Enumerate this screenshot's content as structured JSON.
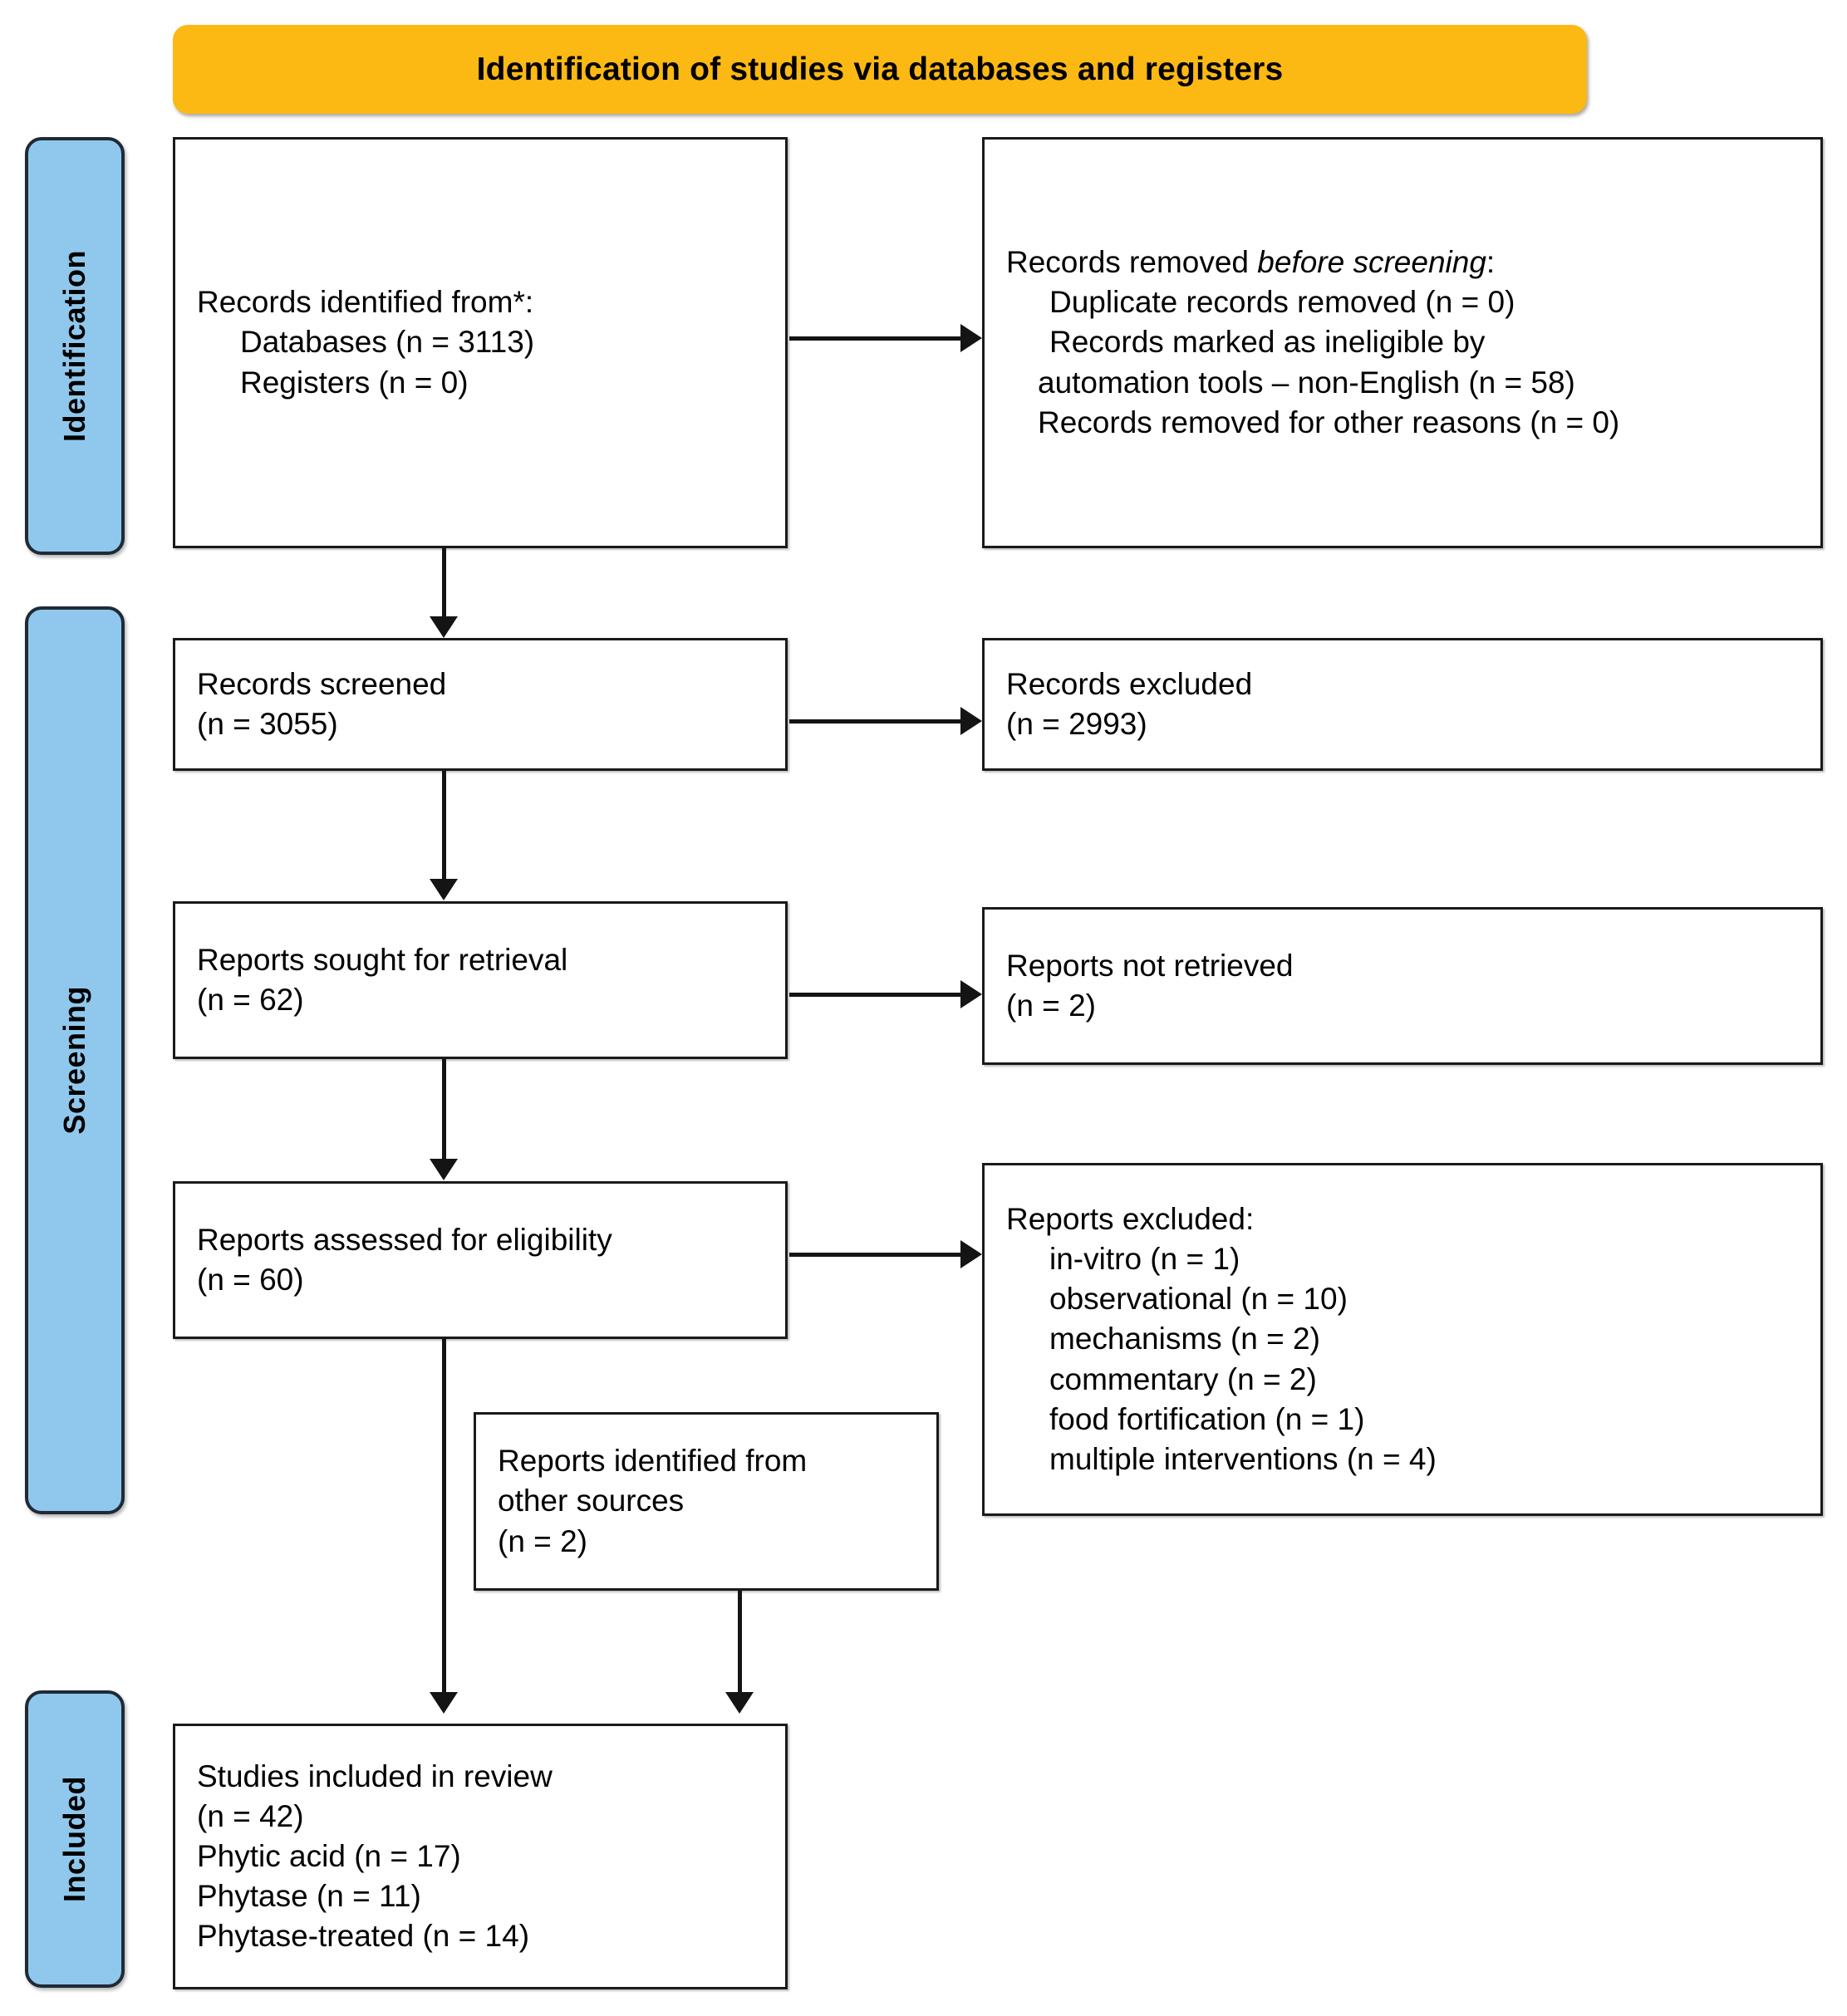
{
  "banner": {
    "title": "Identification of studies via databases and registers"
  },
  "stages": [
    {
      "label": "Identification"
    },
    {
      "label": "Screening"
    },
    {
      "label": "Included"
    }
  ],
  "boxes": {
    "identified": {
      "name": "records-identified",
      "lines": [
        "Records identified from*:",
        "Databases (n = 3113)",
        "Registers (n = 0)"
      ]
    },
    "removed_before_screening": {
      "name": "records-removed-before-screening",
      "heading_prefix": "Records removed ",
      "heading_italic": "before screening",
      "heading_suffix": ":",
      "lines": [
        "Duplicate records removed (n = 0)",
        "Records marked as ineligible by",
        "automation tools – non-English (n = 58)",
        "Records removed for other reasons (n = 0)"
      ]
    },
    "screened": {
      "name": "records-screened",
      "lines": [
        "Records screened",
        "(n = 3055)"
      ]
    },
    "records_excluded": {
      "name": "records-excluded",
      "lines": [
        "Records excluded",
        "(n = 2993)"
      ]
    },
    "sought": {
      "name": "reports-sought-for-retrieval",
      "lines": [
        "Reports sought for retrieval",
        "(n = 62)"
      ]
    },
    "not_retrieved": {
      "name": "reports-not-retrieved",
      "lines": [
        "Reports not retrieved",
        "(n = 2)"
      ]
    },
    "assessed": {
      "name": "reports-assessed-for-eligibility",
      "lines": [
        "Reports assessed for eligibility",
        "(n = 60)"
      ]
    },
    "reports_excluded": {
      "name": "reports-excluded",
      "heading": "Reports excluded:",
      "lines": [
        "in-vitro (n = 1)",
        "observational (n = 10)",
        "mechanisms (n = 2)",
        "commentary (n = 2)",
        "food fortification (n = 1)",
        "multiple interventions (n = 4)"
      ]
    },
    "other_sources": {
      "name": "reports-identified-other-sources",
      "lines": [
        "Reports identified from",
        "other sources",
        "(n = 2)"
      ]
    },
    "included": {
      "name": "studies-included-in-review",
      "lines": [
        "Studies included in review",
        "(n = 42)",
        "Phytic acid (n = 17)",
        "Phytase (n = 11)",
        "Phytase-treated (n = 14)"
      ]
    }
  },
  "chart_data": {
    "type": "diagram",
    "title": "Identification of studies via databases and registers",
    "diagram_kind": "PRISMA 2020 flow diagram",
    "stages": [
      "Identification",
      "Screening",
      "Included"
    ],
    "nodes": [
      {
        "id": "identified",
        "stage": "Identification",
        "label": "Records identified from*",
        "counts": {
          "Databases": 3113,
          "Registers": 0
        }
      },
      {
        "id": "removed_before_screening",
        "stage": "Identification",
        "label": "Records removed before screening",
        "counts": {
          "Duplicate records removed": 0,
          "Records marked as ineligible by automation tools – non-English": 58,
          "Records removed for other reasons": 0
        }
      },
      {
        "id": "screened",
        "stage": "Screening",
        "label": "Records screened",
        "n": 3055
      },
      {
        "id": "records_excluded",
        "stage": "Screening",
        "label": "Records excluded",
        "n": 2993
      },
      {
        "id": "sought",
        "stage": "Screening",
        "label": "Reports sought for retrieval",
        "n": 62
      },
      {
        "id": "not_retrieved",
        "stage": "Screening",
        "label": "Reports not retrieved",
        "n": 2
      },
      {
        "id": "assessed",
        "stage": "Screening",
        "label": "Reports assessed for eligibility",
        "n": 60
      },
      {
        "id": "reports_excluded",
        "stage": "Screening",
        "label": "Reports excluded",
        "counts": {
          "in-vitro": 1,
          "observational": 10,
          "mechanisms": 2,
          "commentary": 2,
          "food fortification": 1,
          "multiple interventions": 4
        }
      },
      {
        "id": "other_sources",
        "stage": "Screening",
        "label": "Reports identified from other sources",
        "n": 2
      },
      {
        "id": "included",
        "stage": "Included",
        "label": "Studies included in review",
        "n": 42,
        "counts": {
          "Phytic acid": 17,
          "Phytase": 11,
          "Phytase-treated": 14
        }
      }
    ],
    "edges": [
      {
        "from": "identified",
        "to": "removed_before_screening",
        "direction": "right"
      },
      {
        "from": "identified",
        "to": "screened",
        "direction": "down"
      },
      {
        "from": "screened",
        "to": "records_excluded",
        "direction": "right"
      },
      {
        "from": "screened",
        "to": "sought",
        "direction": "down"
      },
      {
        "from": "sought",
        "to": "not_retrieved",
        "direction": "right"
      },
      {
        "from": "sought",
        "to": "assessed",
        "direction": "down"
      },
      {
        "from": "assessed",
        "to": "reports_excluded",
        "direction": "right"
      },
      {
        "from": "assessed",
        "to": "included",
        "direction": "down"
      },
      {
        "from": "other_sources",
        "to": "included",
        "direction": "down"
      }
    ],
    "colors": {
      "banner": "#FCB913",
      "stage_tab": "#8FC8EC",
      "stage_tab_border": "#1F2A36",
      "box_border": "#1a1a1a",
      "connector": "#141414"
    }
  }
}
